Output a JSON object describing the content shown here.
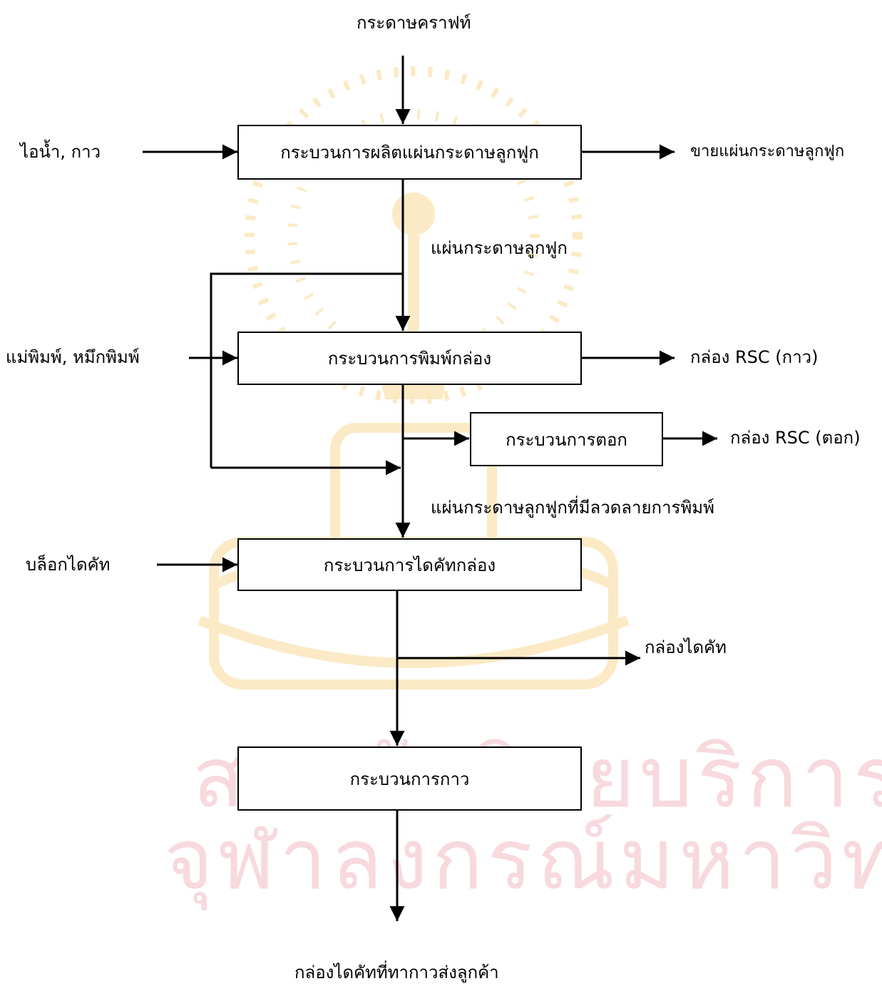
{
  "colors": {
    "line": "#000000",
    "watermark_text": "#f7d9de",
    "watermark_emblem": "#fbe8bf"
  },
  "watermark": {
    "line1": "สถาบันวิทยบริการ",
    "line2": "จุฬาลงกรณ์มหาวิทยาลัย"
  },
  "labels": {
    "top_input": "กระดาษคราฟท์",
    "steam_glue": "ไอน้ำ, กาว",
    "sell_sheets": "ขายแผ่นกระดาษลูกฟูก",
    "corrugated_sheet": "แผ่นกระดาษลูกฟูก",
    "plates_inks": "แม่พิมพ์, หมึกพิมพ์",
    "rsc_glue": "กล่อง RSC (กาว)",
    "rsc_stitch": "กล่อง RSC (ตอก)",
    "printed_sheet": "แผ่นกระดาษลูกฟูกที่มีลวดลายการพิมพ์",
    "die_block": "บล็อกไดคัท",
    "diecut_box": "กล่องไดคัท",
    "final_output": "กล่องไดคัทที่ทากาวส่งลูกค้า"
  },
  "boxes": {
    "corrugating": "กระบวนการผลิตแผ่นกระดาษลูกฟูก",
    "printing": "กระบวนการพิมพ์กล่อง",
    "stitching": "กระบวนการตอก",
    "diecutting": "กระบวนการไดคัทกล่อง",
    "gluing": "กระบวนการกาว"
  }
}
